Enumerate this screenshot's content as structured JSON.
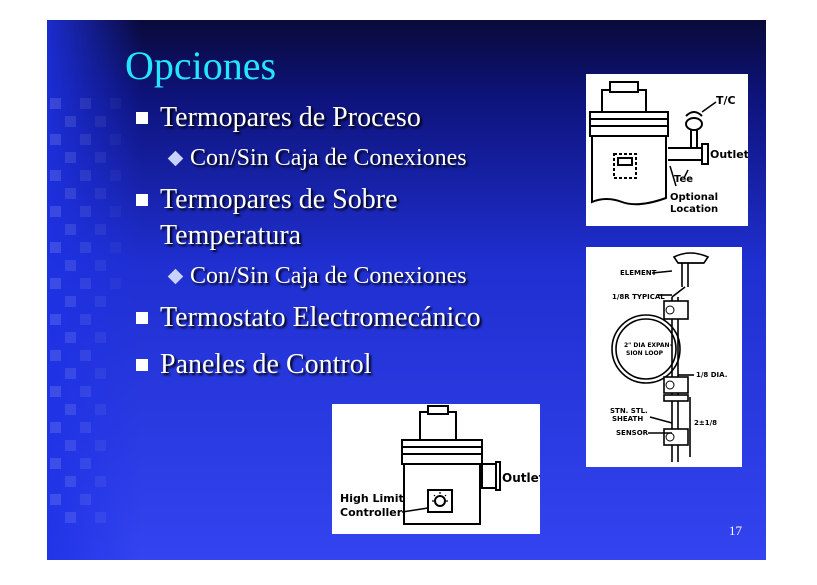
{
  "slide": {
    "title": "Opciones",
    "bullets": [
      {
        "text": "Termopares de Proceso",
        "sub": "Con/Sin Caja de Conexiones"
      },
      {
        "text": "Termopares de Sobre Temperatura",
        "sub": "Con/Sin Caja de Conexiones"
      },
      {
        "text": "Termostato Electromecánico"
      },
      {
        "text": "Paneles de Control"
      }
    ],
    "page_number": "17"
  },
  "figures": {
    "thermocouple_outlet": {
      "tc": "T/C",
      "outlet": "Outlet",
      "tee": "Tee",
      "optional": "Optional",
      "location": "Location"
    },
    "sensor_detail": {
      "element": "ELEMENT",
      "typical": "1/8R TYPICAL",
      "loop1": "2\" DIA EXPAN-",
      "loop2": "SION LOOP",
      "dia": "1/8 DIA.",
      "sheath1": "STN. STL.",
      "sheath2": "SHEATH",
      "sensor": "SENSOR",
      "dim": "2±1/8"
    },
    "high_limit": {
      "outlet": "Outlet",
      "label1": "High Limit",
      "label2": "Controller"
    }
  }
}
